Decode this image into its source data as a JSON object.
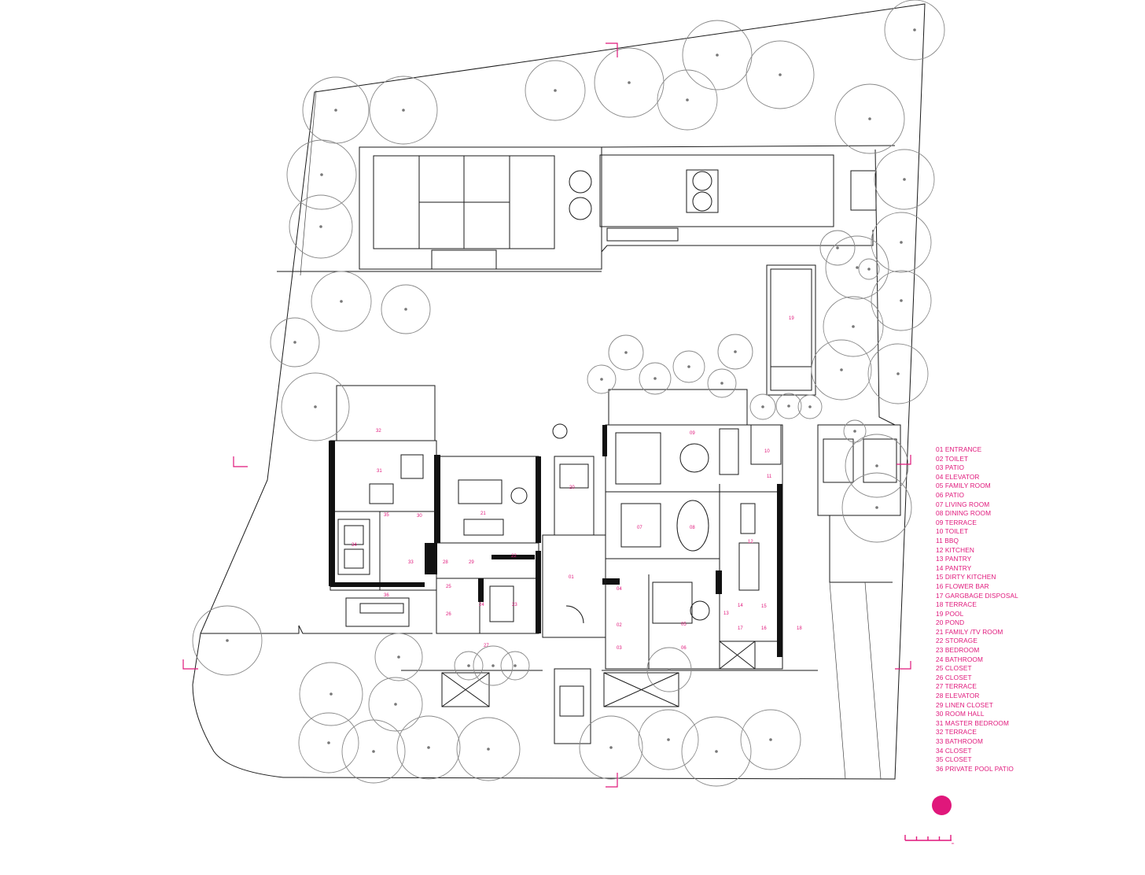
{
  "colors": {
    "accent": "#e0177b",
    "line": "#1a1a1a",
    "tree": "#888888"
  },
  "legend": [
    "01 ENTRANCE",
    "02 TOILET",
    "03 PATIO",
    "04 ELEVATOR",
    "05 FAMILY ROOM",
    "06 PATIO",
    "07 LIVING ROOM",
    "08 DINING ROOM",
    "09 TERRACE",
    "10 TOILET",
    "11 BBQ",
    "12 KITCHEN",
    "13 PANTRY",
    "14 PANTRY",
    "15 DIRTY KITCHEN",
    "16 FLOWER BAR",
    "17 GARGBAGE DISPOSAL",
    "18 TERRACE",
    "19 POOL",
    "20 POND",
    "21 FAMILY /TV ROOM",
    "22 STORAGE",
    "23 BEDROOM",
    "24 BATHROOM",
    "25 CLOSET",
    "26 CLOSET",
    "27 TERRACE",
    "28 ELEVATOR",
    "29 LINEN CLOSET",
    "30 ROOM HALL",
    "31 MASTER BEDROOM",
    "32 TERRACE",
    "33 BATHROOM",
    "34 CLOSET",
    "35 CLOSET",
    "36 PRIVATE POOL PATIO"
  ],
  "room_numbers": [
    "01",
    "02",
    "03",
    "04",
    "05",
    "06",
    "07",
    "08",
    "09",
    "10",
    "11",
    "12",
    "13",
    "14",
    "15",
    "16",
    "17",
    "18",
    "19",
    "20",
    "21",
    "22",
    "23",
    "24",
    "25",
    "26",
    "27",
    "28",
    "29",
    "30",
    "31",
    "32",
    "33",
    "34",
    "35",
    "36"
  ],
  "north_symbol": "north-marker",
  "scale_label": "m"
}
